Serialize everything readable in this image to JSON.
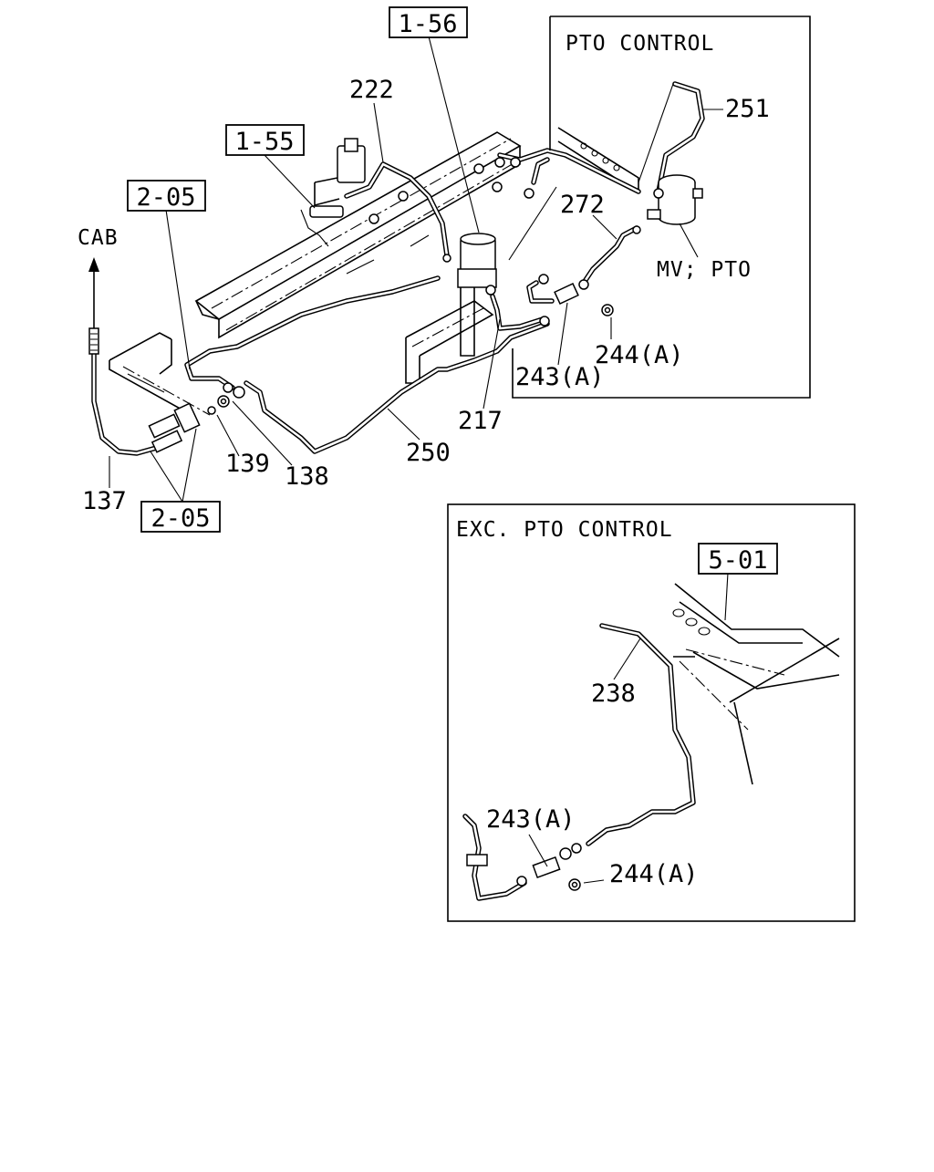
{
  "diagram": {
    "cab_label": "CAB",
    "refs": {
      "r156": "1-56",
      "r155": "1-55",
      "r205_top": "2-05",
      "r205_bottom": "2-05",
      "r501": "5-01"
    },
    "parts": {
      "p222": "222",
      "p251": "251",
      "p272": "272",
      "mv_pto": "MV; PTO",
      "p244a_top": "244(A)",
      "p243a_top": "243(A)",
      "p217": "217",
      "p250": "250",
      "p139": "139",
      "p138": "138",
      "p137": "137",
      "p238": "238",
      "p243a_bottom": "243(A)",
      "p244a_bottom": "244(A)"
    },
    "panels": {
      "pto_control": "PTO CONTROL",
      "exc_pto_control": "EXC. PTO CONTROL"
    }
  }
}
